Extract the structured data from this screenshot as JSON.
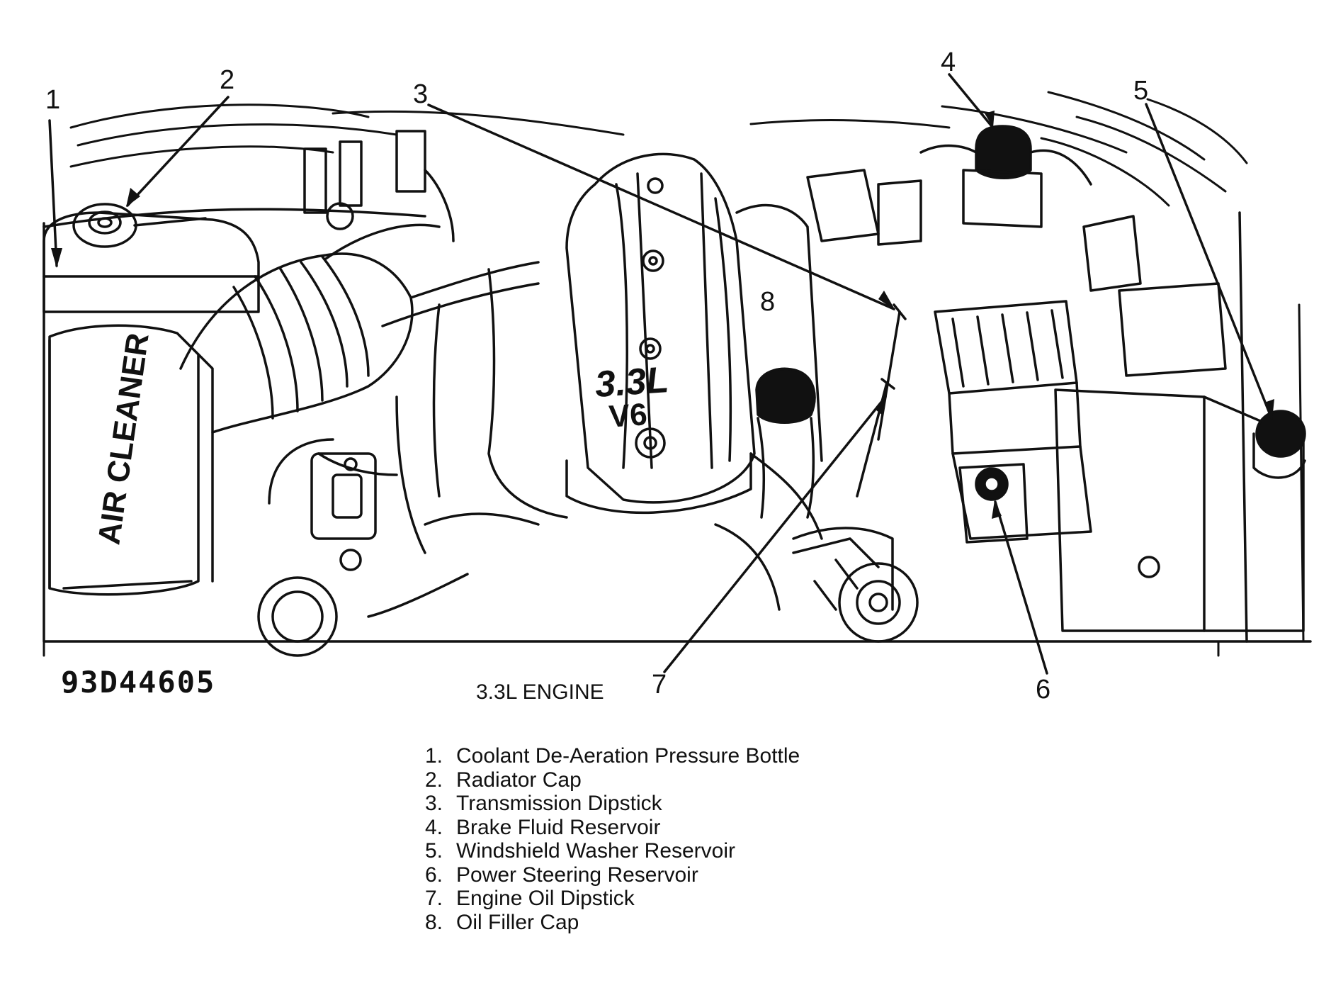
{
  "figure_id": "93D44605",
  "caption": "3.3L ENGINE",
  "engine_cover": {
    "displacement": "3.3L",
    "cylinders": "V6"
  },
  "air_cleaner_label": "AIR CLEANER",
  "callouts": [
    "1",
    "2",
    "3",
    "4",
    "5",
    "6",
    "7",
    "8"
  ],
  "legend": [
    {
      "num": "1.",
      "label": "Coolant De-Aeration Pressure Bottle"
    },
    {
      "num": "2.",
      "label": "Radiator Cap"
    },
    {
      "num": "3.",
      "label": "Transmission Dipstick"
    },
    {
      "num": "4.",
      "label": "Brake Fluid Reservoir"
    },
    {
      "num": "5.",
      "label": "Windshield Washer Reservoir"
    },
    {
      "num": "6.",
      "label": "Power Steering Reservoir"
    },
    {
      "num": "7.",
      "label": "Engine Oil Dipstick"
    },
    {
      "num": "8.",
      "label": "Oil Filler Cap"
    }
  ]
}
